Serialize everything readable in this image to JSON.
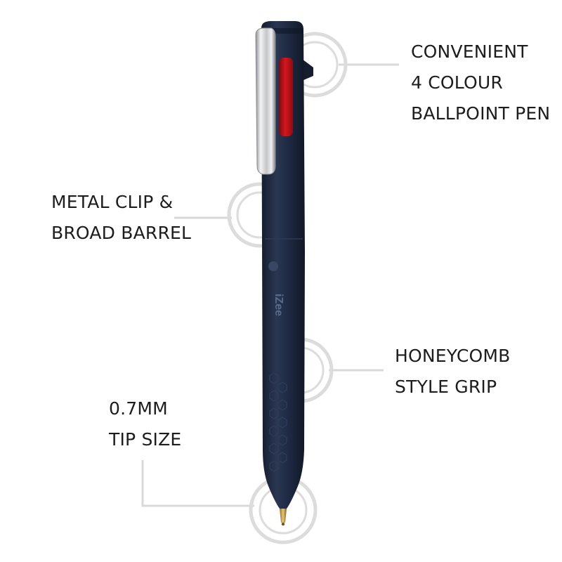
{
  "product": {
    "brand_text": "iZee",
    "colors": {
      "barrel": "#1f2b44",
      "plunger": "#c4141b",
      "clip": "#c9cbcd",
      "callout_ring": "#d9d9d9",
      "text": "#1d1d1d"
    }
  },
  "callouts": {
    "colour": {
      "line1": "CONVENIENT",
      "line2": "4 COLOUR",
      "line3": "BALLPOINT PEN"
    },
    "clip": {
      "line1": "METAL CLIP &",
      "line2": "BROAD BARREL"
    },
    "grip": {
      "line1": "HONEYCOMB",
      "line2": "STYLE GRIP"
    },
    "tip": {
      "line1": "0.7MM",
      "line2": "TIP SIZE"
    }
  }
}
